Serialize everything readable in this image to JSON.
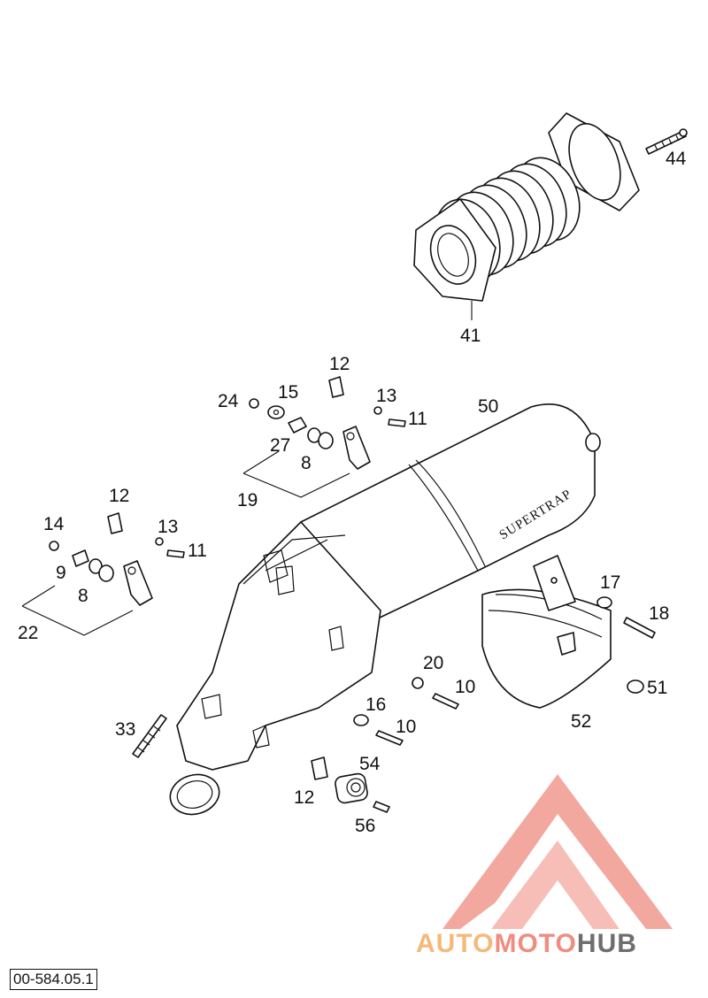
{
  "drawing_code": "00-584.05.1",
  "muffler_label": "SUPERTRAP",
  "watermark": {
    "part1": "AUTO",
    "part2": "MOTO",
    "part3": "HUB",
    "colors": [
      "#f5b97a",
      "#f08c80",
      "#6e6e6e"
    ]
  },
  "callouts": {
    "c44": "44",
    "c41": "41",
    "c12a": "12",
    "c24": "24",
    "c15": "15",
    "c13a": "13",
    "c11a": "11",
    "c50": "50",
    "c27": "27",
    "c8a": "8",
    "c19": "19",
    "c12b": "12",
    "c14": "14",
    "c13b": "13",
    "c11b": "11",
    "c9": "9",
    "c8b": "8",
    "c22": "22",
    "c17": "17",
    "c18": "18",
    "c20": "20",
    "c10a": "10",
    "c51": "51",
    "c16": "16",
    "c10b": "10",
    "c33": "33",
    "c52": "52",
    "c54": "54",
    "c12c": "12",
    "c56": "56"
  }
}
